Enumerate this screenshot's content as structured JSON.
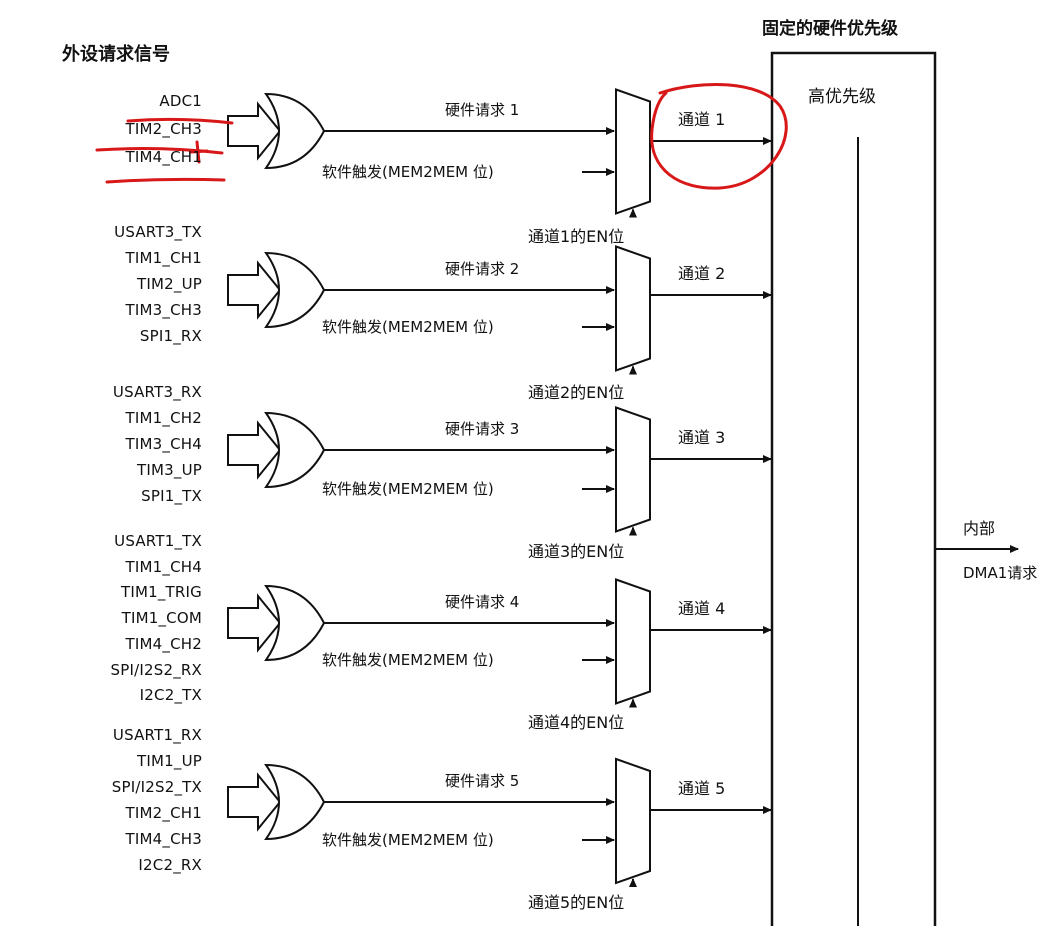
{
  "header": {
    "left_title": "外设请求信号",
    "priority_title": "固定的硬件优先级",
    "high_priority": "高优先级",
    "internal": "内部",
    "dma_request": "DMA1请求"
  },
  "channels": [
    {
      "signals": [
        "ADC1",
        "TIM2_CH3",
        "TIM4_CH1"
      ],
      "hw_request": "硬件请求 1",
      "sw_trigger": "软件触发(MEM2MEM 位)",
      "channel_label": "通道 1",
      "en_label": "通道1的EN位"
    },
    {
      "signals": [
        "USART3_TX",
        "TIM1_CH1",
        "TIM2_UP",
        "TIM3_CH3",
        "SPI1_RX"
      ],
      "hw_request": "硬件请求 2",
      "sw_trigger": "软件触发(MEM2MEM 位)",
      "channel_label": "通道 2",
      "en_label": "通道2的EN位"
    },
    {
      "signals": [
        "USART3_RX",
        "TIM1_CH2",
        "TIM3_CH4",
        "TIM3_UP",
        "SPI1_TX"
      ],
      "hw_request": "硬件请求 3",
      "sw_trigger": "软件触发(MEM2MEM 位)",
      "channel_label": "通道 3",
      "en_label": "通道3的EN位"
    },
    {
      "signals": [
        "USART1_TX",
        "TIM1_CH4",
        "TIM1_TRIG",
        "TIM1_COM",
        "TIM4_CH2",
        "SPI/I2S2_RX",
        "I2C2_TX"
      ],
      "hw_request": "硬件请求 4",
      "sw_trigger": "软件触发(MEM2MEM 位)",
      "channel_label": "通道 4",
      "en_label": "通道4的EN位"
    },
    {
      "signals": [
        "USART1_RX",
        "TIM1_UP",
        "SPI/I2S2_TX",
        "TIM2_CH1",
        "TIM4_CH3",
        "I2C2_RX"
      ],
      "hw_request": "硬件请求 5",
      "sw_trigger": "软件触发(MEM2MEM 位)",
      "channel_label": "通道 5",
      "en_label": "通道5的EN位"
    }
  ],
  "colors": {
    "line": "#111111",
    "annotation": "#d81818"
  }
}
